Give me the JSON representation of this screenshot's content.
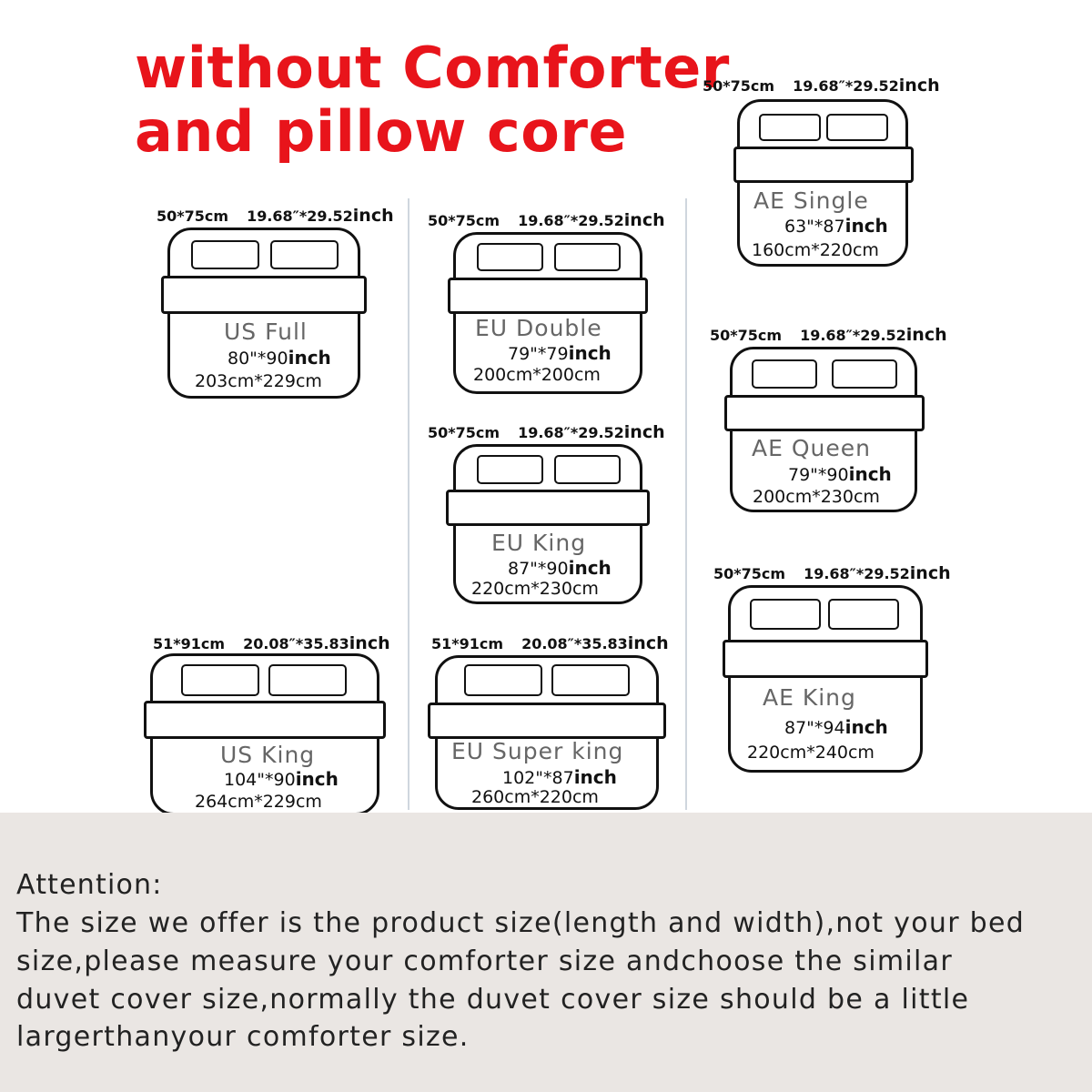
{
  "title": {
    "line1": "without Comforter",
    "line2": "and pillow core"
  },
  "beds": [
    {
      "name": "US Full",
      "pillow_cm": "50*75cm",
      "pillow_in": "19.68″*29.52",
      "pillow_unit": "inch",
      "size_in": "80\"*90",
      "size_unit": "inch",
      "size_cm": "203cm*229cm"
    },
    {
      "name": "EU Double",
      "pillow_cm": "50*75cm",
      "pillow_in": "19.68″*29.52",
      "pillow_unit": "inch",
      "size_in": "79\"*79",
      "size_unit": "inch",
      "size_cm": "200cm*200cm"
    },
    {
      "name": "EU King",
      "pillow_cm": "50*75cm",
      "pillow_in": "19.68″*29.52",
      "pillow_unit": "inch",
      "size_in": "87\"*90",
      "size_unit": "inch",
      "size_cm": "220cm*230cm"
    },
    {
      "name": "US King",
      "pillow_cm": "51*91cm",
      "pillow_in": "20.08″*35.83",
      "pillow_unit": "inch",
      "size_in": "104\"*90",
      "size_unit": "inch",
      "size_cm": "264cm*229cm"
    },
    {
      "name": "EU Super king",
      "pillow_cm": "51*91cm",
      "pillow_in": "20.08″*35.83",
      "pillow_unit": "inch",
      "size_in": "102\"*87",
      "size_unit": "inch",
      "size_cm": "260cm*220cm"
    },
    {
      "name": "AE Single",
      "pillow_cm": "50*75cm",
      "pillow_in": "19.68″*29.52",
      "pillow_unit": "inch",
      "size_in": "63\"*87",
      "size_unit": "inch",
      "size_cm": "160cm*220cm"
    },
    {
      "name": "AE Queen",
      "pillow_cm": "50*75cm",
      "pillow_in": "19.68″*29.52",
      "pillow_unit": "inch",
      "size_in": "79\"*90",
      "size_unit": "inch",
      "size_cm": "200cm*230cm"
    },
    {
      "name": "AE King",
      "pillow_cm": "50*75cm",
      "pillow_in": "19.68″*29.52",
      "pillow_unit": "inch",
      "size_in": "87\"*94",
      "size_unit": "inch",
      "size_cm": "220cm*240cm"
    }
  ],
  "notice": {
    "heading": "Attention:",
    "lines": [
      "The size we offer is the product size(length and width),not your bed",
      "size,please measure your comforter size andchoose the similar",
      "duvet cover size,normally the duvet cover size should be a little",
      "largerthanyour comforter size."
    ]
  }
}
